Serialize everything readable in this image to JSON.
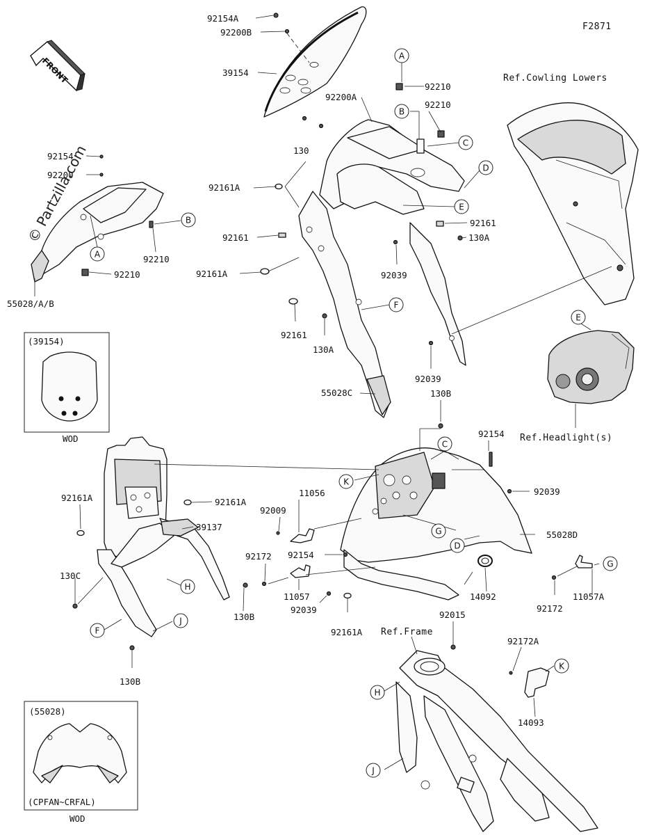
{
  "figure_code": "F2871",
  "front_label": "FRONT",
  "watermark": "© Partzilla.com",
  "part_labels": {
    "p92154A": "92154A",
    "p92200B": "92200B",
    "p39154": "39154",
    "p92200A": "92200A",
    "p92210_top": "92210",
    "p92210_b": "92210",
    "p130_top": "130",
    "p92161A_top": "92161A",
    "p92161_l": "92161",
    "p92161_r": "92161",
    "p92161A_mid": "92161A",
    "p130A_r": "130A",
    "p92039_mid": "92039",
    "p92161_bot": "92161",
    "p130A_bot": "130A",
    "p92039_low": "92039",
    "p55028C": "55028C",
    "p92154_left": "92154",
    "p92200_left": "92200",
    "p92210_left1": "92210",
    "p92210_left2": "92210",
    "p55028AB": "55028/A/B",
    "p130B_top": "130B",
    "p92154_r": "92154",
    "p92161A_bl": "92161A",
    "p92161A_br": "92161A",
    "p92009": "92009",
    "p11056": "11056",
    "p39137": "39137",
    "p92039_r": "92039",
    "p55028D": "55028D",
    "p92154_c": "92154",
    "p92172_l": "92172",
    "p130C": "130C",
    "p130B_m": "130B",
    "p11057": "11057",
    "p92039_b": "92039",
    "p92161A_b": "92161A",
    "p14092": "14092",
    "p92172_r": "92172",
    "p11057A": "11057A",
    "p130B_low": "130B",
    "p92015": "92015",
    "p92172A": "92172A",
    "p14093": "14093"
  },
  "ref_labels": {
    "cowling_lowers": "Ref.Cowling Lowers",
    "headlights": "Ref.Headlight(s)",
    "frame": "Ref.Frame"
  },
  "callouts": {
    "a_top": "A",
    "b_top": "B",
    "c_top": "C",
    "d_top": "D",
    "e_top": "E",
    "f_top": "F",
    "b_left": "B",
    "a_left": "A",
    "e_head": "E",
    "k_panel": "K",
    "c_panel": "C",
    "g_panel": "G",
    "d_panel": "D",
    "h_left": "H",
    "f_left": "F",
    "j_left": "J",
    "g_right": "G",
    "k_right": "K",
    "h_frame": "H",
    "j_frame": "J"
  },
  "insets": {
    "windshield": {
      "title": "(39154)",
      "note": "WOD"
    },
    "cowling": {
      "title": "(55028)",
      "range": "(CPFAN~CRFAL)",
      "note": "WOD"
    }
  },
  "colors": {
    "line": "#111111",
    "background": "#ffffff",
    "shade": "#d9d9d9"
  }
}
